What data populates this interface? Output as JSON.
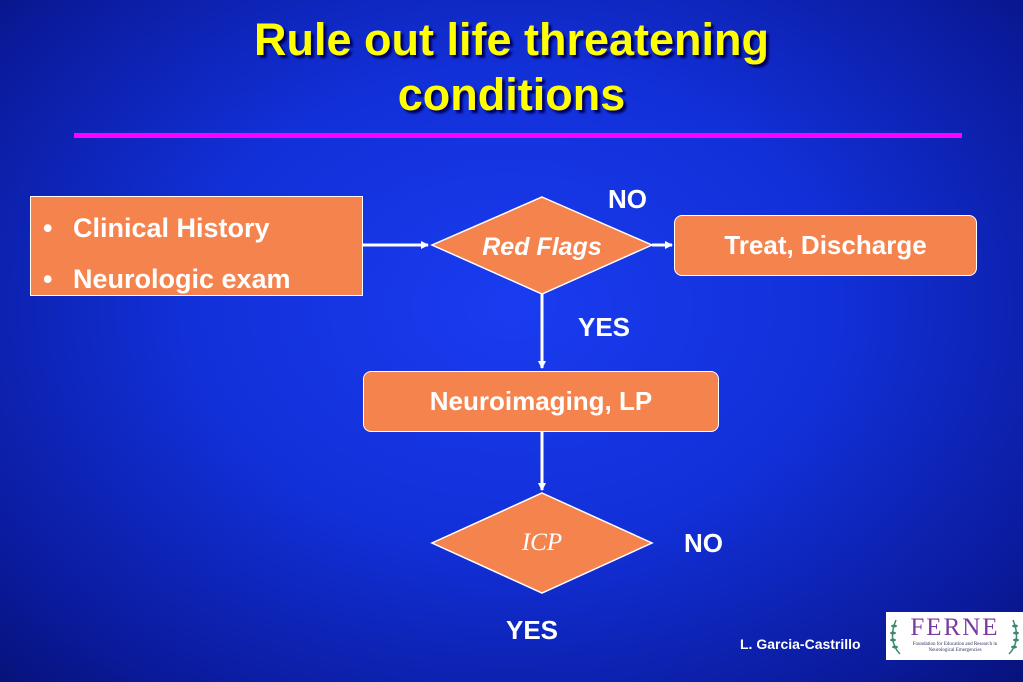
{
  "title": {
    "line1": "Rule out life threatening",
    "line2": "conditions"
  },
  "history_box": {
    "items": [
      "Clinical History",
      "Neurologic exam"
    ]
  },
  "decision1": {
    "label": "Red Flags"
  },
  "decision1_no_label": "NO",
  "decision1_yes_label": "YES",
  "treat_box": {
    "label": "Treat, Discharge"
  },
  "neuro_box": {
    "label": "Neuroimaging, LP"
  },
  "decision2": {
    "label": "ICP"
  },
  "decision2_no_label": "NO",
  "decision2_yes_label": "YES",
  "credit": "L. Garcia-Castrillo",
  "logo": {
    "word": "FERNE",
    "subtitle": "Foundation for Education and Research in Neurological Emergencies"
  },
  "colors": {
    "title": "#ffff00",
    "rule": "#ff00ff",
    "box_fill": "#f5834e",
    "background": "#1230d8"
  }
}
